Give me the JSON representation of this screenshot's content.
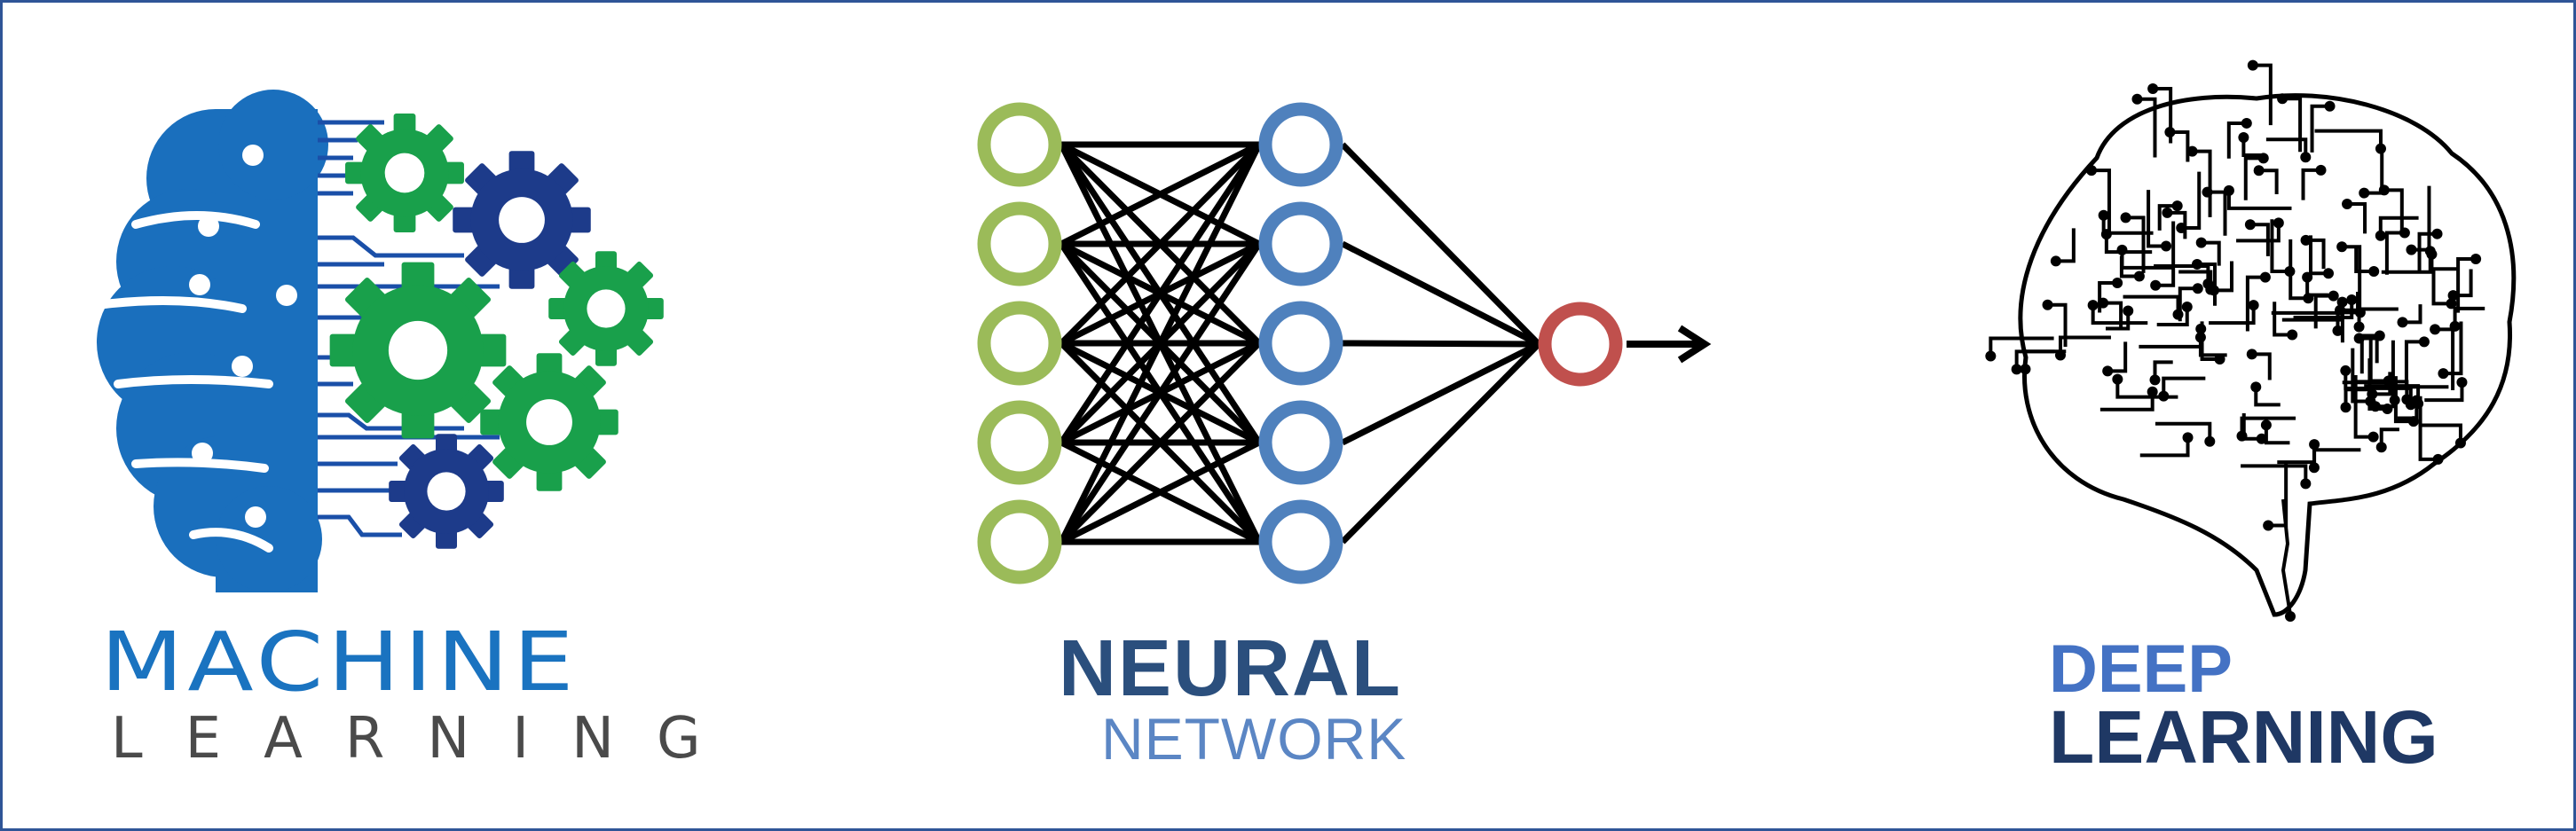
{
  "panels": {
    "machine_learning": {
      "title_line1": "MACHINE",
      "title_line2": "LEARNING",
      "colors": {
        "line1": "#1a73c0",
        "line2": "#4a4a4a",
        "brain": "#1a6fbd",
        "gear_green": "#19a04b",
        "gear_navy": "#1d3b8a"
      },
      "icon": "brain-gears-icon"
    },
    "neural_network": {
      "title_line1": "NEURAL",
      "title_line2": "NETWORK",
      "colors": {
        "line1": "#2b4f7d",
        "line2": "#5b86c4",
        "input": "#9bbb59",
        "hidden": "#4f81bd",
        "output": "#c0504d",
        "edge": "#000000"
      },
      "layers": {
        "input": 5,
        "hidden": 5,
        "output": 1
      },
      "icon": "neural-network-diagram"
    },
    "deep_learning": {
      "title_line1": "DEEP",
      "title_line2": "LEARNING",
      "colors": {
        "line1": "#4472c4",
        "line2": "#1f3864",
        "circuit": "#000000"
      },
      "icon": "circuit-brain-icon"
    }
  }
}
